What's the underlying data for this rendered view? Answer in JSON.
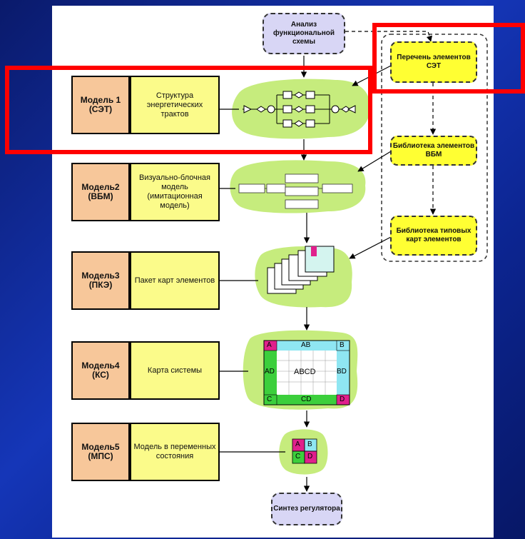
{
  "top": {
    "analysis": "Анализ функциональной схемы"
  },
  "models": [
    {
      "name": "Модель 1 (СЭТ)",
      "desc": "Структура энергетических трактов"
    },
    {
      "name": "Модель2 (ВБМ)",
      "desc": "Визуально-блочная модель (имитационная модель)"
    },
    {
      "name": "Модель3 (ПКЭ)",
      "desc": "Пакет карт элементов"
    },
    {
      "name": "Модель4 (КС)",
      "desc": "Карта системы"
    },
    {
      "name": "Модель5 (МПС)",
      "desc": "Модель в переменных состояния"
    }
  ],
  "libraries": [
    {
      "label": "Перечень элементов СЭТ"
    },
    {
      "label": "Библиотека элементов ВБМ"
    },
    {
      "label": "Библиотека типовых карт элементов"
    }
  ],
  "bottom": {
    "synthesis": "Синтез регулятора"
  },
  "system_map": {
    "tl": "A",
    "top": "AB",
    "tr": "B",
    "left": "AD",
    "center": "ABCD",
    "right": "BD",
    "bl": "C",
    "bottom": "CD",
    "br": "D"
  },
  "state_model": {
    "a": "A",
    "b": "B",
    "c": "C",
    "d": "D"
  },
  "colors": {
    "highlight": "#ff0000",
    "blob": "#c6ec7d",
    "model": "#f7c79a",
    "desc": "#fbfb8a",
    "library": "#ffff33",
    "terminal": "#d8d6f5",
    "magenta": "#e0208c",
    "cyan": "#8fe6f2",
    "green": "#3ccf3c"
  }
}
